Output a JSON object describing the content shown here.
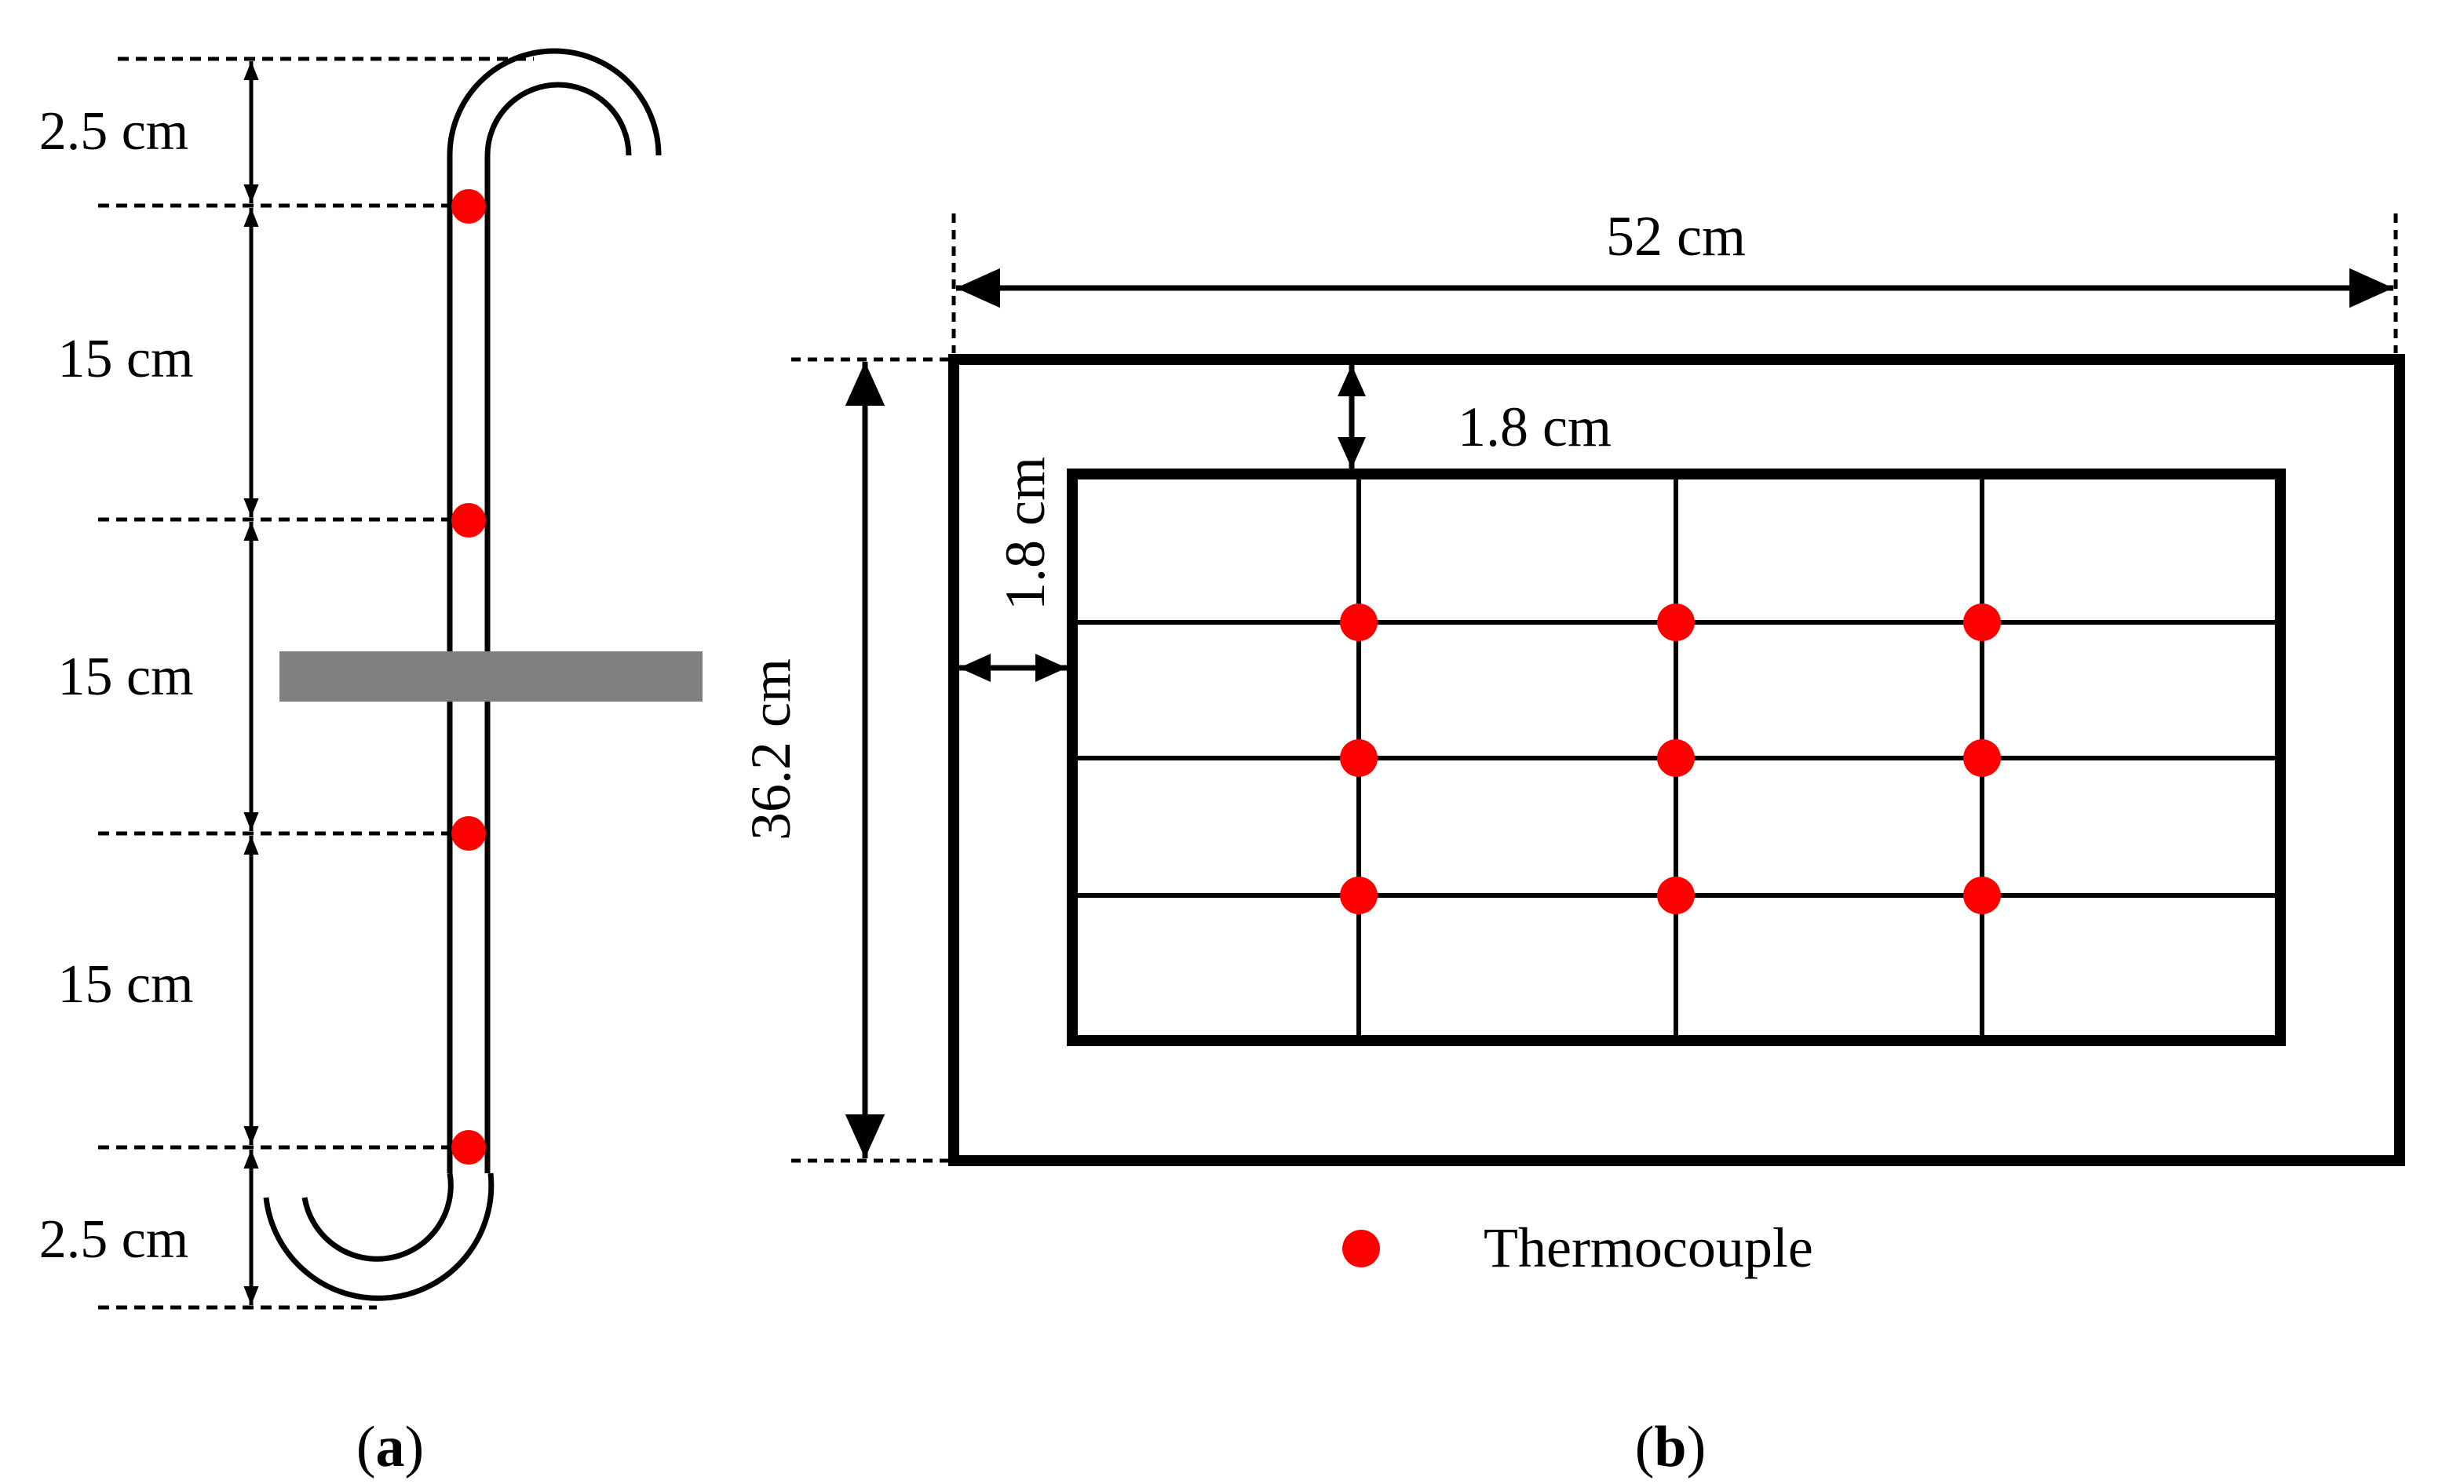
{
  "colors": {
    "line": "#000000",
    "thermocouple": "#ff0000",
    "bar": "#808080",
    "background": "#ffffff"
  },
  "panel_a": {
    "label_open": "(",
    "label_letter": "a",
    "label_close": ")",
    "dims": [
      "2.5 cm",
      "15 cm",
      "15 cm",
      "15 cm",
      "2.5 cm"
    ]
  },
  "panel_b": {
    "label_open": "(",
    "label_letter": "b",
    "label_close": ")",
    "width_label": "52 cm",
    "height_label": "36.2 cm",
    "top_margin_label": "1.8 cm",
    "left_margin_label": "1.8 cm"
  },
  "legend": {
    "icon": "red-dot",
    "label": "Thermocouple"
  }
}
